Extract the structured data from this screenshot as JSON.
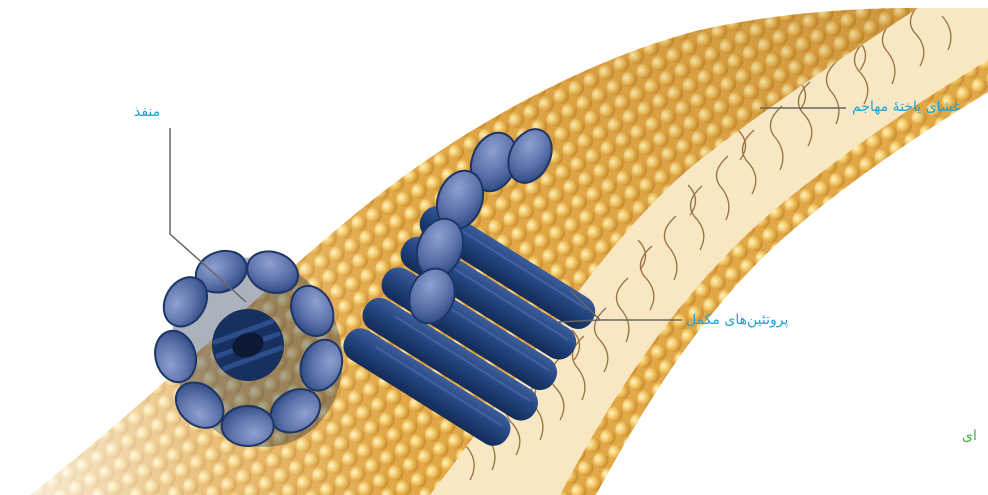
{
  "labels": {
    "pore": "منفذ",
    "membrane": "غشای یاختهٔ مهاجم",
    "proteins": "پروتئین‌های مکمل",
    "edge_fragment": "ای"
  },
  "colors": {
    "membrane_light": "#f6d37a",
    "membrane_mid": "#e8b14a",
    "membrane_dark": "#c07f21",
    "lipid_tail": "#8a5a2b",
    "protein_dark": "#1f3f75",
    "protein_light": "#6c7fb3",
    "label_blue": "#1aa3d9",
    "label_green": "#3bb04b",
    "leader_line": "#666666"
  }
}
